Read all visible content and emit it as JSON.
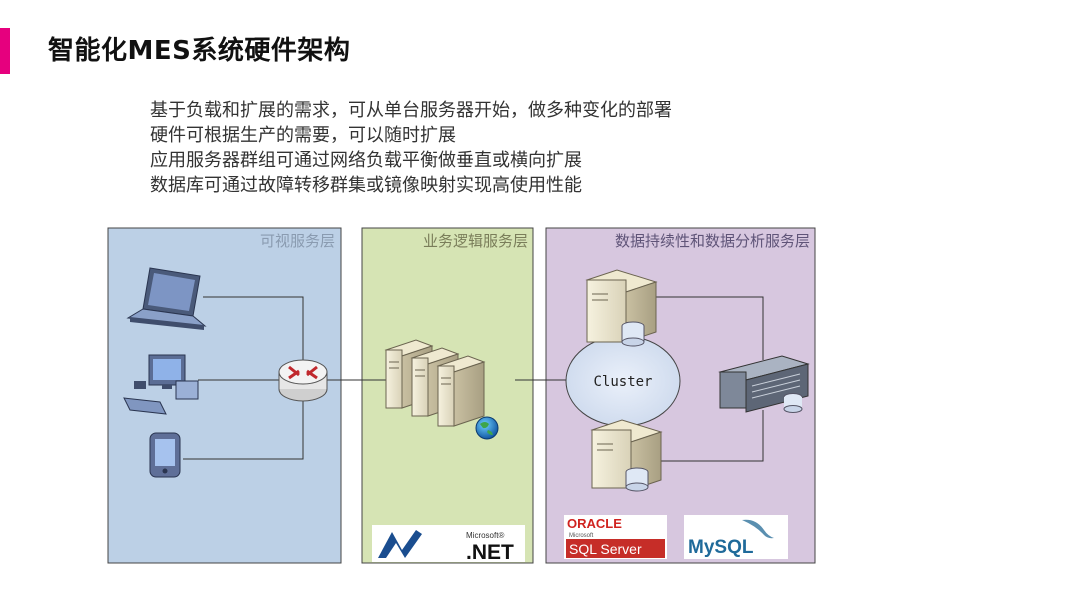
{
  "header": {
    "title": "智能化MES系统硬件架构",
    "accent_color": "#e6007e"
  },
  "bullets": [
    "基于负载和扩展的需求，可从单台服务器开始，做多种变化的部署",
    "硬件可根据生产的需要，可以随时扩展",
    "应用服务器群组可通过网络负载平衡做垂直或横向扩展",
    "数据库可通过故障转移群集或镜像映射实现高使用性能"
  ],
  "diagram": {
    "panels": [
      {
        "label": "可视服务层",
        "color": "#bcd0e6"
      },
      {
        "label": "业务逻辑服务层",
        "color": "#d6e4b4"
      },
      {
        "label": "数据持续性和数据分析服务层",
        "color": "#d7c7df"
      }
    ],
    "cluster_label": "Cluster",
    "logos": {
      "net_brand": "Microsoft®",
      "net_text": ".NET",
      "oracle_text": "ORACLE",
      "oracle_brand": "Microsoft",
      "sqlserver_text": "SQL Server",
      "mysql_text": "MySQL"
    },
    "icons": [
      "laptop-icon",
      "desktop-computer-icon",
      "pda-icon",
      "router-icon",
      "server-stack-icon",
      "globe-icon",
      "database-server-icon",
      "storage-array-icon"
    ]
  }
}
